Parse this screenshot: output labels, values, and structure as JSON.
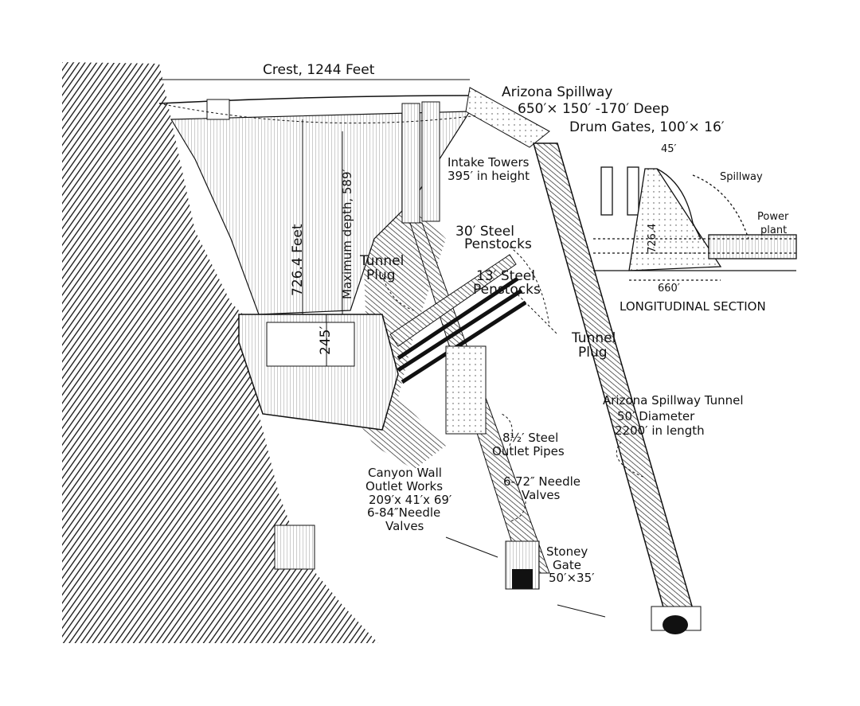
{
  "diagram": {
    "crest": "Crest, 1244 Feet",
    "arizona_spillway": {
      "title": "Arizona Spillway",
      "size": "650′× 150′ -170′ Deep",
      "gates": "Drum Gates, 100′× 16′"
    },
    "intake_towers": {
      "line1": "Intake Towers",
      "line2": "395′ in height"
    },
    "penstocks_30": {
      "line1": "30′ Steel",
      "line2": "Penstocks"
    },
    "tunnel_plug_left": {
      "line1": "Tunnel",
      "line2": "Plug"
    },
    "penstocks_13": {
      "line1": "13′ Steel",
      "line2": "Penstocks"
    },
    "tunnel_plug_right": {
      "line1": "Tunnel",
      "line2": "Plug"
    },
    "dam_height": "726.4 Feet",
    "max_depth": "Maximum depth, 589′",
    "powerhouse_height": "245′",
    "spillway_tunnel": {
      "title": "Arizona Spillway Tunnel",
      "diameter": "50′ Diameter",
      "length": "2200′ in length"
    },
    "outlet_pipes": {
      "line1": "8½′ Steel",
      "line2": "Outlet Pipes"
    },
    "canyon_wall": {
      "line1": "Canyon Wall",
      "line2": "Outlet Works",
      "line3": "209′x 41′x 69′",
      "line4": "6-84″Needle",
      "line5": "Valves"
    },
    "needle_valves_72": {
      "line1": "6-72″ Needle",
      "line2": "Valves"
    },
    "stoney_gate": {
      "line1": "Stoney",
      "line2": "Gate",
      "line3": "50′×35′"
    },
    "section": {
      "top": "45′",
      "spillway": "Spillway",
      "power1": "Power",
      "power2": "plant",
      "height": "726.4",
      "base": "660′",
      "title": "LONGITUDINAL SECTION"
    }
  }
}
